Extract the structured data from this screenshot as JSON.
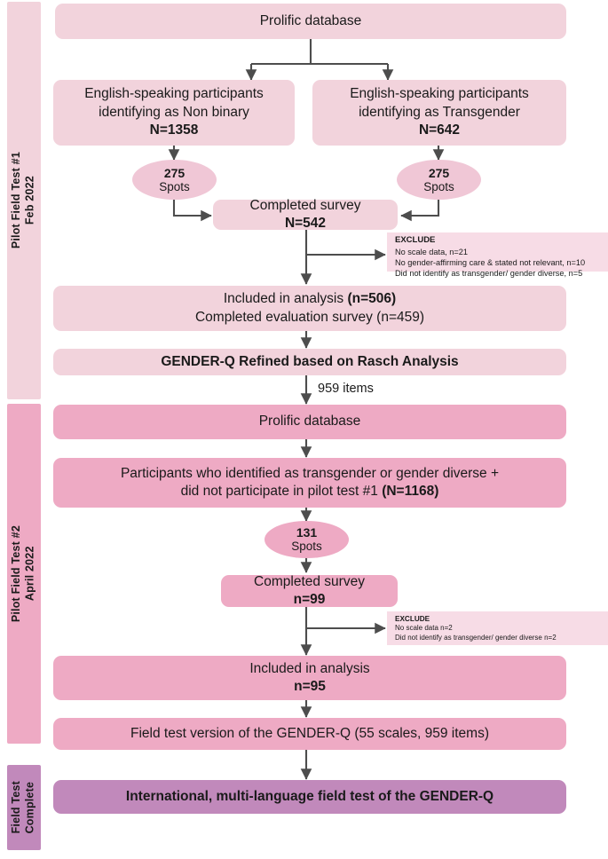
{
  "figure": {
    "title": "GENDER-Q pilot field test flow diagram",
    "colors": {
      "pale_pink": "#f2d3dc",
      "mid_pink": "#eeaac4",
      "purple": "#c189bb",
      "exclude_panel": "#f7dce6",
      "arrow": "#4d4d4d",
      "text": "#1a1a1a"
    }
  },
  "rails": [
    {
      "id": "rail-pilot-1",
      "label": "Pilot Field Test #1\nFeb 2022",
      "color": "#f2d3dc"
    },
    {
      "id": "rail-pilot-2",
      "label": "Pilot Field Test #2\nApril 2022",
      "color": "#eeaac4"
    },
    {
      "id": "rail-complete",
      "label": "Field Test\nComplete",
      "color": "#c189bb"
    }
  ],
  "nodes": {
    "prolific_db_1": {
      "label": "Prolific database"
    },
    "nonbinary": {
      "line1": "English-speaking participants",
      "line2": "identifying as Non binary",
      "line3": "N=1358"
    },
    "transgender": {
      "line1": "English-speaking participants",
      "line2": "identifying as Transgender",
      "line3": "N=642"
    },
    "spots_left": {
      "number": "275",
      "caption": "Spots"
    },
    "spots_right": {
      "number": "275",
      "caption": "Spots"
    },
    "completed_survey_1": {
      "line1": "Completed survey",
      "line2": "N=542"
    },
    "exclude_1": {
      "heading": "EXCLUDE",
      "rows": [
        "No scale data, n=21",
        "No gender-affirming care & stated not relevant, n=10",
        "Did not identify as transgender/ gender diverse, n=5"
      ]
    },
    "included_1": {
      "line1_plain": "Included in analysis ",
      "line1_bold": "(n=506)",
      "line2": "Completed evaluation survey (n=459)"
    },
    "refined": {
      "label": "GENDER-Q Refined based on Rasch Analysis"
    },
    "items_caption": {
      "label": "959 items"
    },
    "prolific_db_2": {
      "label": "Prolific database"
    },
    "participants_2": {
      "line1": "Participants who identified as transgender or gender diverse +",
      "line2_plain": "did not participate in pilot test #1 ",
      "line2_bold": "(N=1168)"
    },
    "spots_2": {
      "number": "131",
      "caption": "Spots"
    },
    "completed_survey_2": {
      "line1": "Completed survey",
      "line2": "n=99"
    },
    "exclude_2": {
      "heading": "EXCLUDE",
      "rows": [
        "No scale data n=2",
        "Did not identify as transgender/ gender diverse n=2"
      ]
    },
    "included_2": {
      "line1": "Included in analysis",
      "line2": "n=95"
    },
    "field_test_version": {
      "label": "Field test version of the GENDER-Q (55 scales, 959 items)"
    },
    "international": {
      "label": "International, multi-language field test of the GENDER-Q"
    }
  }
}
